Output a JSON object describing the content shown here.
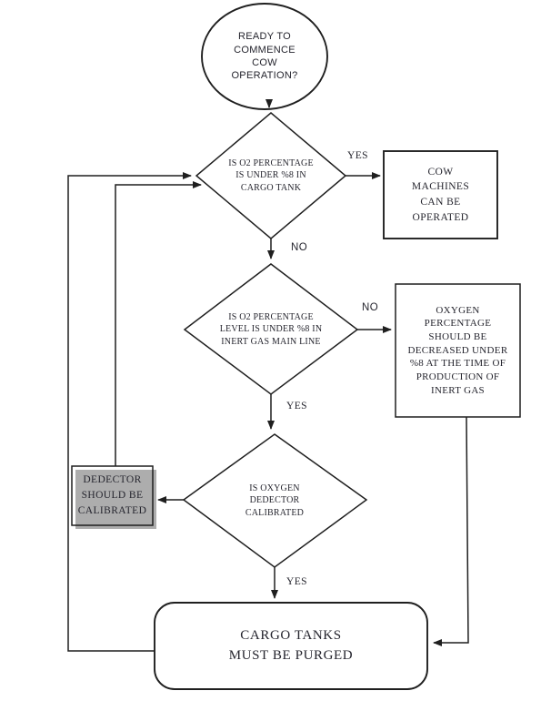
{
  "flowchart": {
    "nodes": {
      "start": {
        "shape": "ellipse",
        "label": "READY TO\nCOMMENCE\nCOW\nOPERATION?"
      },
      "decision_o2_cargo": {
        "shape": "diamond",
        "label": "IS O2 PERCENTAGE\nIS UNDER %8 IN\nCARGO TANK"
      },
      "cow_machines": {
        "shape": "rect",
        "label": "COW\nMACHINES\nCAN BE\nOPERATED"
      },
      "decision_o2_inert": {
        "shape": "diamond",
        "label": "IS O2 PERCENTAGE\nLEVEL IS UNDER %8 IN\nINERT GAS MAIN LINE"
      },
      "oxygen_decrease": {
        "shape": "rect",
        "label": "OXYGEN\nPERCENTAGE\nSHOULD BE\nDECREASED UNDER\n%8 AT THE TIME OF\nPRODUCTION OF\nINERT GAS"
      },
      "dedector_calibrate": {
        "shape": "rect",
        "label": "DEDECTOR\nSHOULD BE\nCALIBRATED"
      },
      "decision_dedector": {
        "shape": "diamond",
        "label": "IS OXYGEN\nDEDECTOR\nCALIBRATED"
      },
      "purge": {
        "shape": "rounded-rect",
        "label": "CARGO TANKS\nMUST BE PURGED"
      }
    },
    "edge_labels": {
      "d1_yes": "YES",
      "d1_no": "NO",
      "d2_no": "NO",
      "d2_yes": "YES",
      "d3_yes": "YES"
    },
    "colors": {
      "stroke": "#1f1f1f",
      "text": "#25252e",
      "background": "#ffffff",
      "shadow": "#adadad"
    }
  }
}
